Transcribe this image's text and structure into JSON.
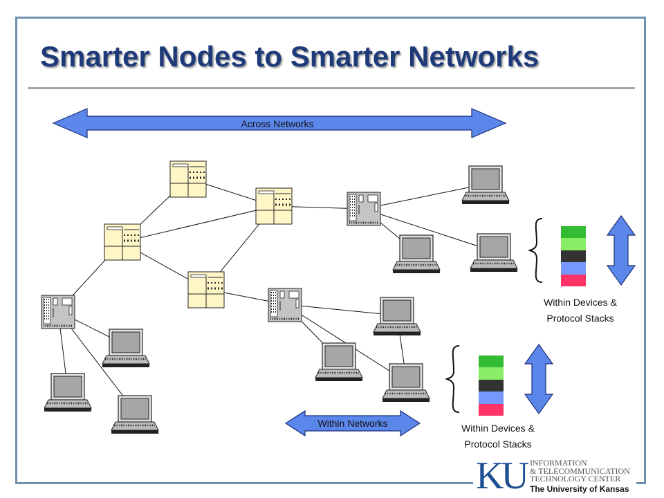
{
  "slide": {
    "title": "Smarter Nodes to Smarter Networks"
  },
  "labels": {
    "across_networks": "Across Networks",
    "within_networks": "Within Networks",
    "within_devices_line1": "Within Devices &",
    "within_devices_line2": "Protocol Stacks"
  },
  "logo": {
    "letters": "KU",
    "tagline": "INFORMATION\n& TELECOMMUNICATION\nTECHNOLOGY CENTER",
    "university": "The University of Kansas"
  },
  "colors": {
    "title": "#1f3a79",
    "arrow_fill": "#5b86ea",
    "server": "#fff6c8",
    "router": "#c4c4c4",
    "laptop_screen": "#a6a6a6",
    "stack_layers": [
      "#33bb33",
      "#88ee66",
      "#333333",
      "#7799ff",
      "#ff3366"
    ]
  },
  "icons": {
    "server": "server-icon",
    "router": "router-icon",
    "laptop": "laptop-icon"
  }
}
